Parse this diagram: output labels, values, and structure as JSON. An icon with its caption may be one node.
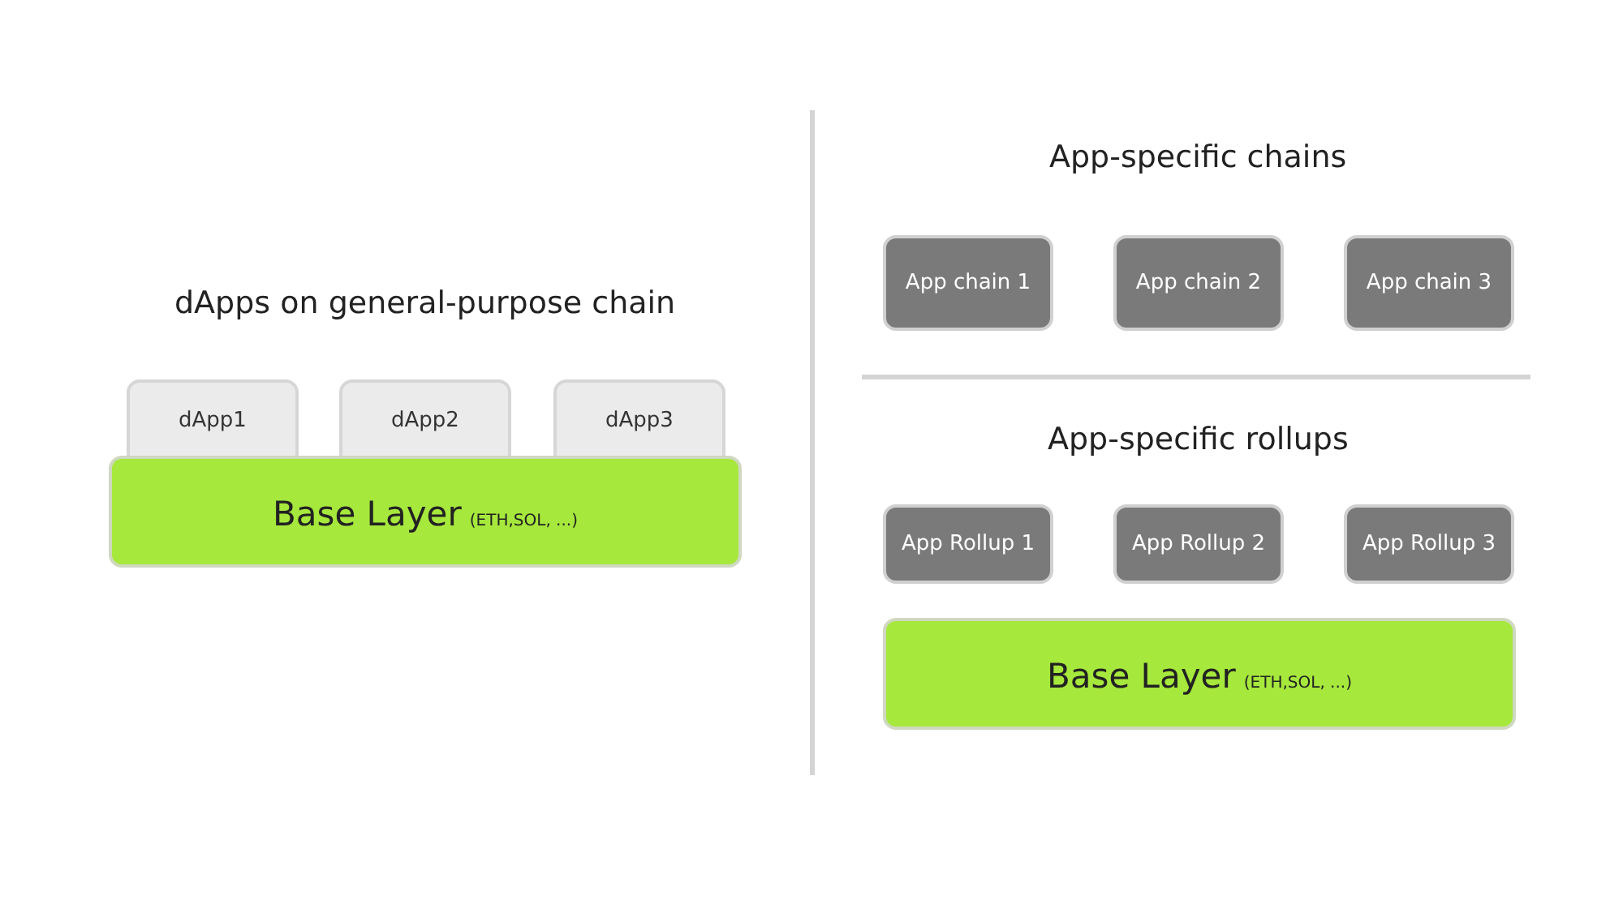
{
  "diagram": {
    "nodes": [
      {
        "text": [
          "dApp1"
        ]
      },
      {
        "text": [
          "dApp2"
        ]
      },
      {
        "text": [
          "dApp3"
        ]
      },
      {
        "text": [
          "Base Layer",
          "(ETH,SOL, ...)"
        ]
      },
      {
        "text": [
          "App chain 1"
        ]
      },
      {
        "text": [
          "App chain 2"
        ]
      },
      {
        "text": [
          "App chain 3"
        ]
      },
      {
        "text": [
          "App Rollup 1"
        ]
      },
      {
        "text": [
          "App Rollup 2"
        ]
      },
      {
        "text": [
          "App Rollup 3"
        ]
      },
      {
        "text": [
          "Base Layer",
          "(ETH,SOL, ...)"
        ]
      }
    ],
    "edges": [],
    "labels": [
      "dApps on general-purpose chain",
      "App-specific chains",
      "App-specific rollups"
    ]
  }
}
